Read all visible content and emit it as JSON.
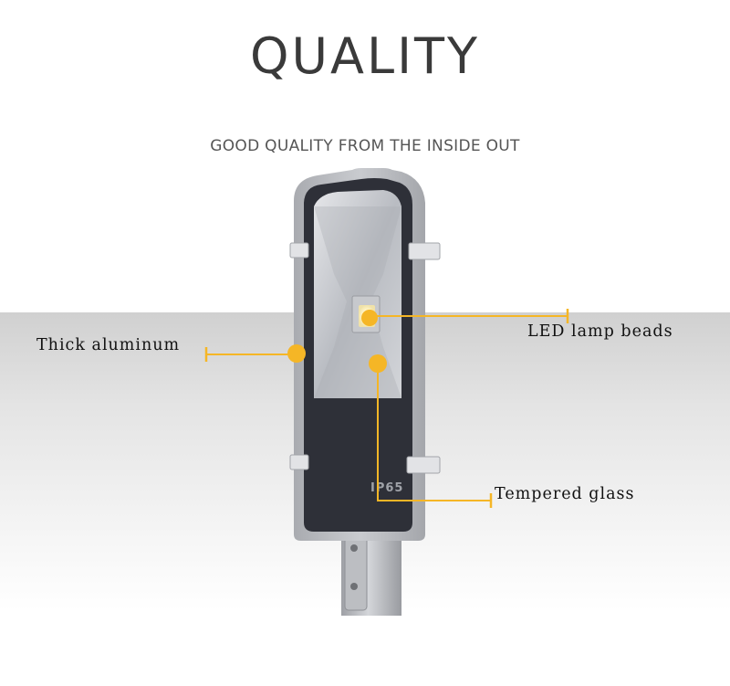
{
  "header": {
    "title": "QUALITY",
    "subtitle": "GOOD QUALITY FROM THE INSIDE OUT"
  },
  "lamp": {
    "rating_text": "IP65"
  },
  "callouts": {
    "thick_aluminum": "Thick aluminum",
    "led_lamp_beads": "LED lamp beads",
    "tempered_glass": "Tempered glass"
  },
  "colors": {
    "accent": "#f5b626",
    "heading": "#3a3a3a",
    "lamp_body": "#b6b8bd",
    "lamp_face": "#2e3038"
  }
}
